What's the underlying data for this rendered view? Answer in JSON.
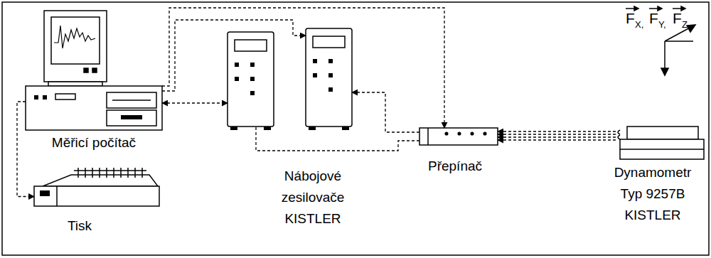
{
  "diagram": {
    "nodes": [
      {
        "text": [
          "Měřicí počítač"
        ]
      },
      {
        "text": [
          "Tisk"
        ]
      },
      {
        "text": [
          "Nábojové zesilovače KISTLER"
        ]
      },
      {
        "text": [
          "Přepínač"
        ]
      },
      {
        "text": [
          "Dynamometr Typ 9257B KISTLER"
        ]
      }
    ],
    "edges": [
      {
        "from": 0,
        "to": 1,
        "arrow": "to"
      },
      {
        "from": 0,
        "to": 2,
        "arrow": "both"
      },
      {
        "from": 0,
        "to": 2,
        "arrow": "to"
      },
      {
        "from": 0,
        "to": 3,
        "arrow": "to"
      },
      {
        "from": 3,
        "to": 2,
        "arrow": "to"
      },
      {
        "from": 3,
        "to": 2,
        "arrow": "none"
      },
      {
        "from": 4,
        "to": 3,
        "arrow": "to"
      }
    ],
    "labels": [
      "F",
      "X,",
      "F",
      "Y,",
      "F",
      "Z"
    ]
  }
}
